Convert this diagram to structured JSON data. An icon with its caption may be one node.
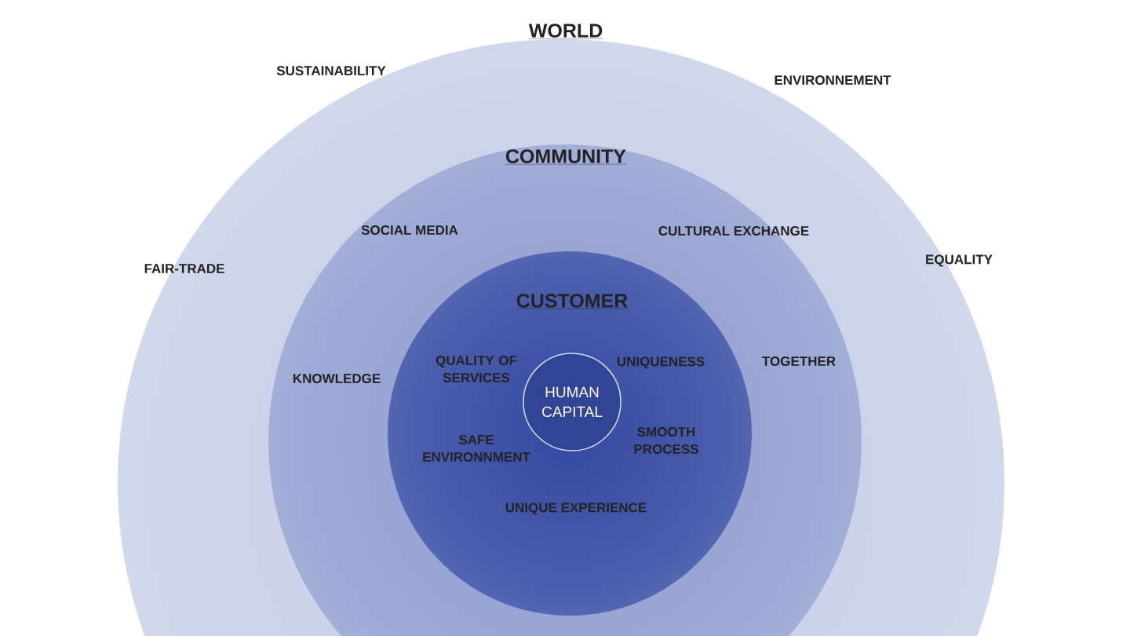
{
  "diagram": {
    "nodes": [
      {
        "text": [
          "WORLD"
        ]
      },
      {
        "text": [
          "COMMUNITY"
        ],
        "in": 0
      },
      {
        "text": [
          "CUSTOMER"
        ],
        "in": 1
      },
      {
        "text": [
          "HUMAN CAPITAL"
        ],
        "in": 2
      }
    ],
    "labels": [
      "SUSTAINABILITY",
      "ENVIRONNEMENT",
      "SOCIAL MEDIA",
      "CULTURAL EXCHANGE",
      "EQUALITY",
      "FAIR-TRADE",
      "QUALITY OF SERVICES",
      "UNIQUENESS",
      "TOGETHER",
      "KNOWLEDGE",
      "SAFE ENVIRONNMENT",
      "SMOOTH PROCESS",
      "UNIQUE EXPERIENCE"
    ]
  }
}
